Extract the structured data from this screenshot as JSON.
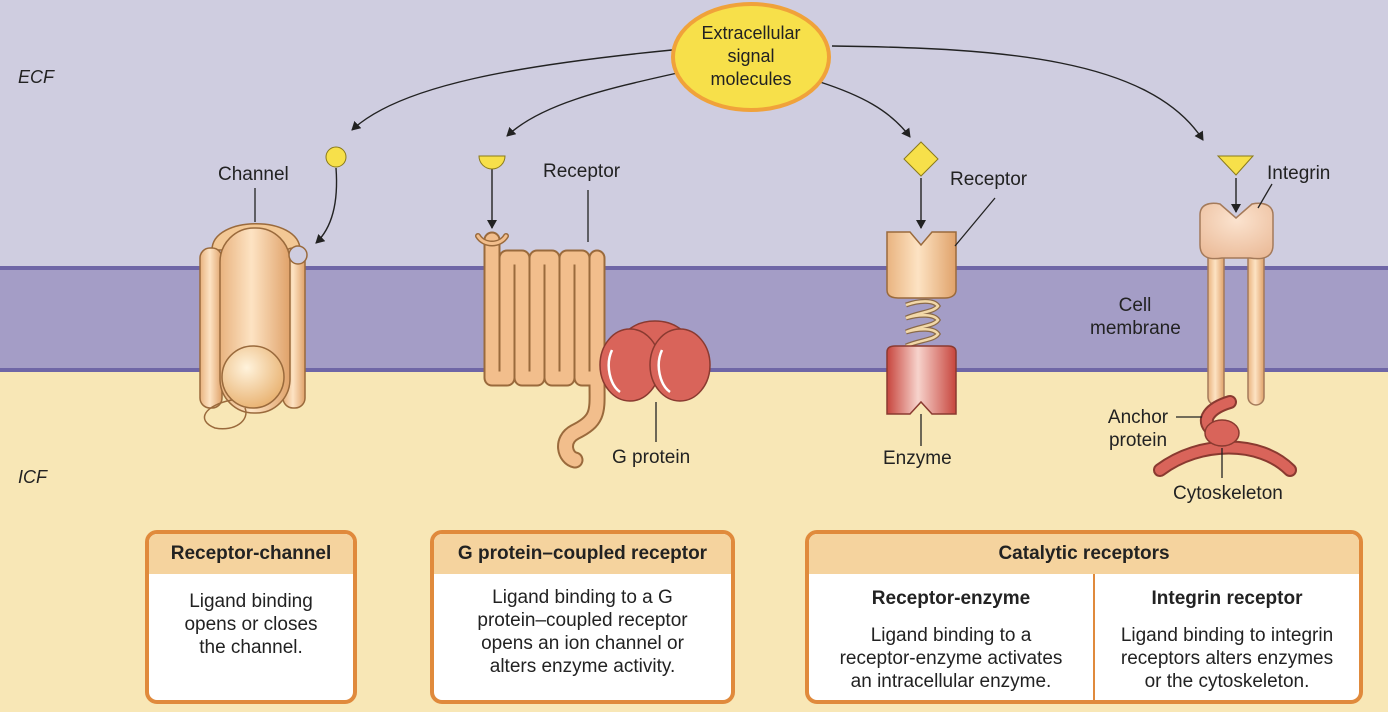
{
  "regions": {
    "ecf": "ECF",
    "icf": "ICF"
  },
  "signal": {
    "line1": "Extracellular",
    "line2": "signal",
    "line3": "molecules"
  },
  "labels": {
    "channel": "Channel",
    "receptor_gpcr": "Receptor",
    "receptor_enzyme": "Receptor",
    "integrin": "Integrin",
    "membrane_line1": "Cell",
    "membrane_line2": "membrane",
    "g_protein": "G protein",
    "enzyme": "Enzyme",
    "anchor_line1": "Anchor",
    "anchor_line2": "protein",
    "cytoskeleton": "Cytoskeleton"
  },
  "boxes": {
    "receptor_channel": {
      "title": "Receptor-channel",
      "line1": "Ligand binding",
      "line2": "opens or closes",
      "line3": "the channel."
    },
    "gpcr": {
      "title": "G protein–coupled receptor",
      "line1": "Ligand binding to a G",
      "line2": "protein–coupled receptor",
      "line3": "opens an ion channel or",
      "line4": "alters enzyme activity."
    },
    "catalytic": {
      "title": "Catalytic receptors",
      "receptor_enzyme": {
        "title": "Receptor-enzyme",
        "line1": "Ligand binding to a",
        "line2": "receptor-enzyme activates",
        "line3": "an intracellular enzyme."
      },
      "integrin_receptor": {
        "title": "Integrin receptor",
        "line1": "Ligand binding to integrin",
        "line2": "receptors alters enzymes",
        "line3": "or the cytoskeleton."
      }
    }
  },
  "colors": {
    "ecf": "#cfcde0",
    "membrane": "#a49dc6",
    "membrane_edge": "#6f66a6",
    "icf": "#f8e7b6",
    "ligand": "#f7e04a",
    "protein": "#f0c38f",
    "g_protein": "#d9645a",
    "box_border": "#e08a3c",
    "box_header": "#f5d39e"
  }
}
